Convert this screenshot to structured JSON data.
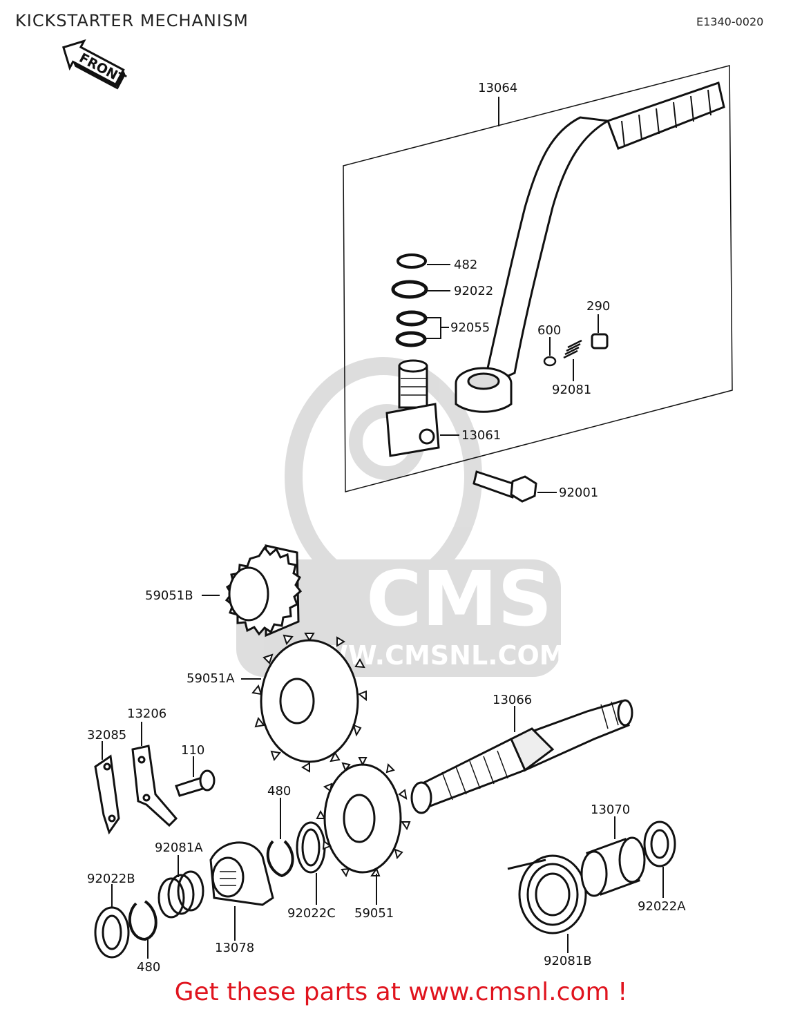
{
  "header": {
    "title": "KICKSTARTER MECHANISM",
    "code": "E1340-0020"
  },
  "front_arrow": {
    "label": "FRONT",
    "icon": "front-arrow-icon"
  },
  "watermark": {
    "logo_text": "CMS",
    "url_text": "WWW.CMSNL.COM"
  },
  "parts": [
    {
      "id": "p13064",
      "label": "13064"
    },
    {
      "id": "p482",
      "label": "482"
    },
    {
      "id": "p92022",
      "label": "92022"
    },
    {
      "id": "p92055",
      "label": "92055"
    },
    {
      "id": "p290",
      "label": "290"
    },
    {
      "id": "p600",
      "label": "600"
    },
    {
      "id": "p92081",
      "label": "92081"
    },
    {
      "id": "p13061",
      "label": "13061"
    },
    {
      "id": "p92001",
      "label": "92001"
    },
    {
      "id": "p59051B",
      "label": "59051B"
    },
    {
      "id": "p59051A",
      "label": "59051A"
    },
    {
      "id": "p13066",
      "label": "13066"
    },
    {
      "id": "p13206",
      "label": "13206"
    },
    {
      "id": "p32085",
      "label": "32085"
    },
    {
      "id": "p110",
      "label": "110"
    },
    {
      "id": "p480a",
      "label": "480"
    },
    {
      "id": "p92081A",
      "label": "92081A"
    },
    {
      "id": "p92022B",
      "label": "92022B"
    },
    {
      "id": "p480b",
      "label": "480"
    },
    {
      "id": "p13078",
      "label": "13078"
    },
    {
      "id": "p92022C",
      "label": "92022C"
    },
    {
      "id": "p59051",
      "label": "59051"
    },
    {
      "id": "p13070",
      "label": "13070"
    },
    {
      "id": "p92022A",
      "label": "92022A"
    },
    {
      "id": "p92081B",
      "label": "92081B"
    }
  ],
  "footer": {
    "text": "Get these parts at www.cmsnl.com !"
  }
}
